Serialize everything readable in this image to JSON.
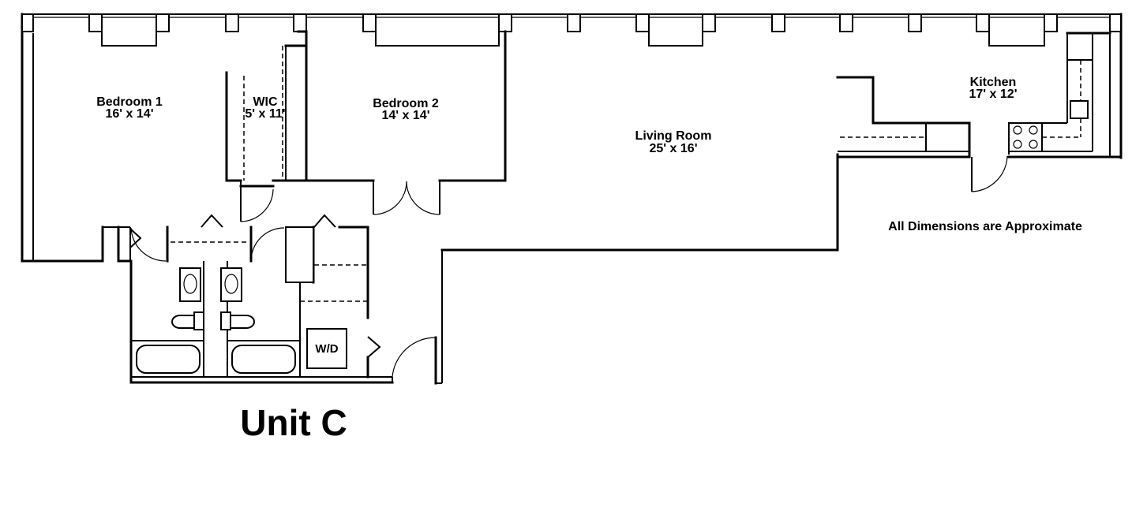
{
  "plan": {
    "unit_title": "Unit C",
    "note": "All Dimensions are Approximate",
    "rooms": {
      "bedroom1": {
        "name": "Bedroom 1",
        "size": "16' x 14'"
      },
      "wic": {
        "name": "WIC",
        "size": "5' x 11'"
      },
      "bedroom2": {
        "name": "Bedroom 2",
        "size": "14' x 14'"
      },
      "living": {
        "name": "Living Room",
        "size": "25' x 16'"
      },
      "kitchen": {
        "name": "Kitchen",
        "size": "17' x 12'"
      }
    },
    "appliances": {
      "washer_dryer": "W/D"
    }
  }
}
